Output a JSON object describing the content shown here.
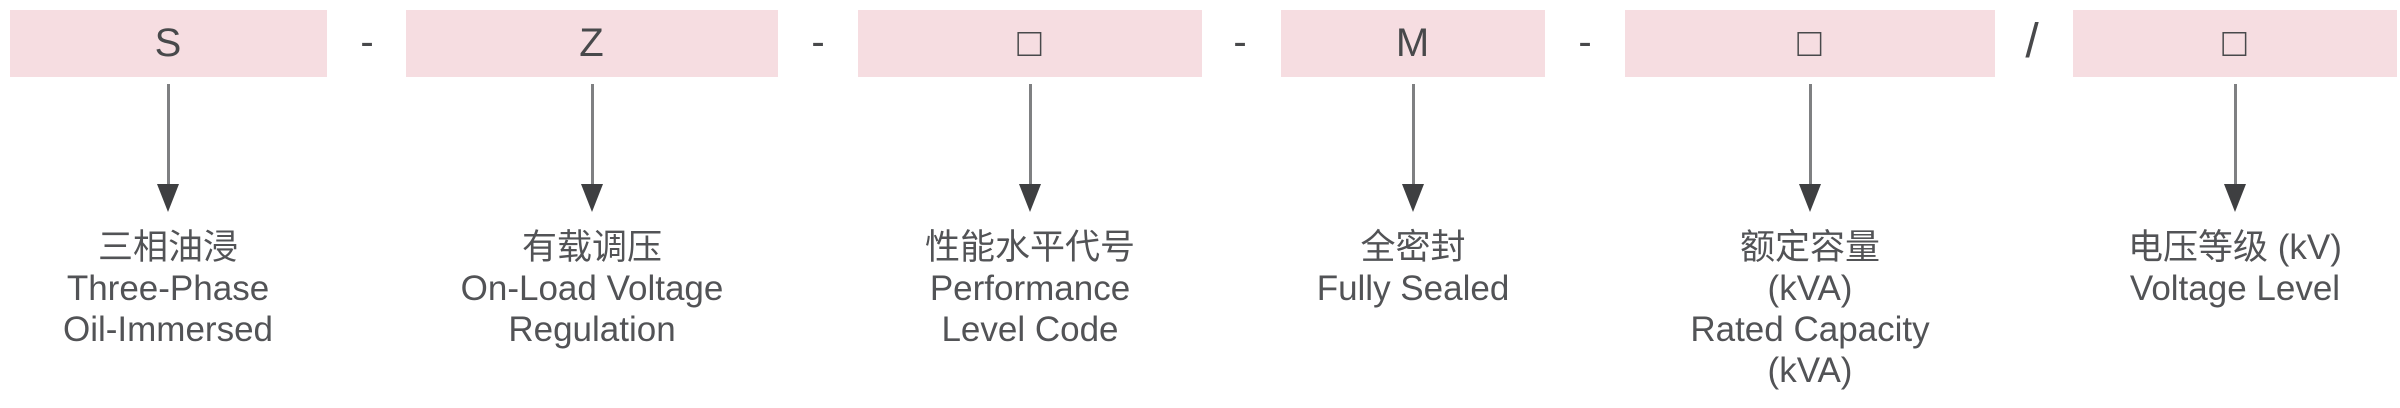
{
  "columns": [
    {
      "code": "S",
      "lines": [
        "三相油浸",
        "Three-Phase",
        "Oil-Immersed"
      ]
    },
    {
      "code": "Z",
      "lines": [
        "有载调压",
        "On-Load Voltage",
        "Regulation"
      ]
    },
    {
      "code": "□",
      "lines": [
        "性能水平代号",
        "Performance",
        "Level Code"
      ]
    },
    {
      "code": "M",
      "lines": [
        "全密封",
        "Fully Sealed"
      ]
    },
    {
      "code": "□",
      "lines": [
        "额定容量",
        "(kVA)",
        "Rated Capacity",
        "(kVA)"
      ]
    },
    {
      "code": "□",
      "lines": [
        "电压等级 (kV)",
        "Voltage Level"
      ]
    }
  ],
  "separators": [
    "-",
    "-",
    "-",
    "-",
    "/"
  ],
  "colors": {
    "box_bg": "#f6dde1",
    "code_text": "#48494b",
    "label_text": "#525356",
    "arrow_head": "#3e3f41",
    "arrow_stem": "#7f8082"
  }
}
